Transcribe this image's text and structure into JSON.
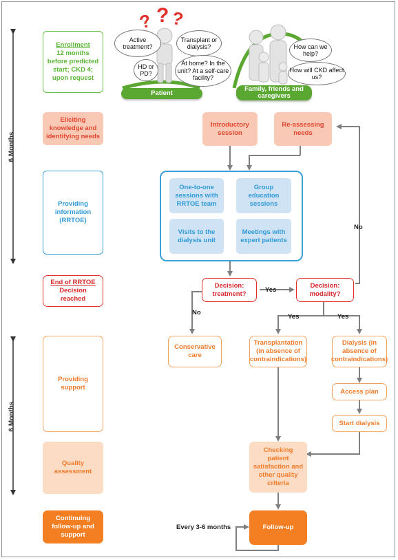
{
  "timeline": {
    "top_label": "6 Months",
    "bottom_label": "6 Months"
  },
  "left_column": {
    "enrollment_title": "Enrollment",
    "enrollment_text": "12 months before predicted start; CKD 4; upon request",
    "eliciting": "Eliciting knowledge and identifying needs",
    "providing_information": "Providing information (RRTOE)",
    "end_of_rrtoe_title": "End of RRTOE",
    "end_of_rrtoe_text": "Decision reached",
    "providing_support": "Providing support",
    "quality_assessment": "Quality assessment",
    "continuing": "Continuing follow-up and support"
  },
  "patient_panel": {
    "bubbles": [
      "Active treatment?",
      "Transplant or dialysis?",
      "HD or PD?",
      "At home? In the unit? At a self-care facility?"
    ],
    "plate": "Patient"
  },
  "family_panel": {
    "bubbles": [
      "How can we help?",
      "How will CKD affect us?"
    ],
    "plate": "Family, friends and caregivers"
  },
  "flow": {
    "introductory_session": "Introductory session",
    "reassessing_needs": "Re-assessing needs",
    "one_to_one": "One-to-one sessions with RRTOE team",
    "group_education": "Group education sessions",
    "visits": "Visits to the dialysis unit",
    "meetings": "Meetings with expert patients",
    "decision_treatment": "Decision: treatment?",
    "decision_modality": "Decision: modality?",
    "conservative_care": "Conservative care",
    "transplantation": "Transplantation (in absence of contraindications)",
    "dialysis": "Dialysis (in absence of contraindications)",
    "access_plan": "Access plan",
    "start_dialysis": "Start dialysis",
    "checking": "Checking patient satisfaction and other quality criteria",
    "follow_up": "Follow-up",
    "every_label": "Every 3-6 months",
    "yes": "Yes",
    "no": "No"
  },
  "colors": {
    "arrow": "#7f7f7f",
    "green": "#5ab535",
    "red": "#d9282a",
    "orange": "#f47f22",
    "blue": "#2f9ad6"
  }
}
